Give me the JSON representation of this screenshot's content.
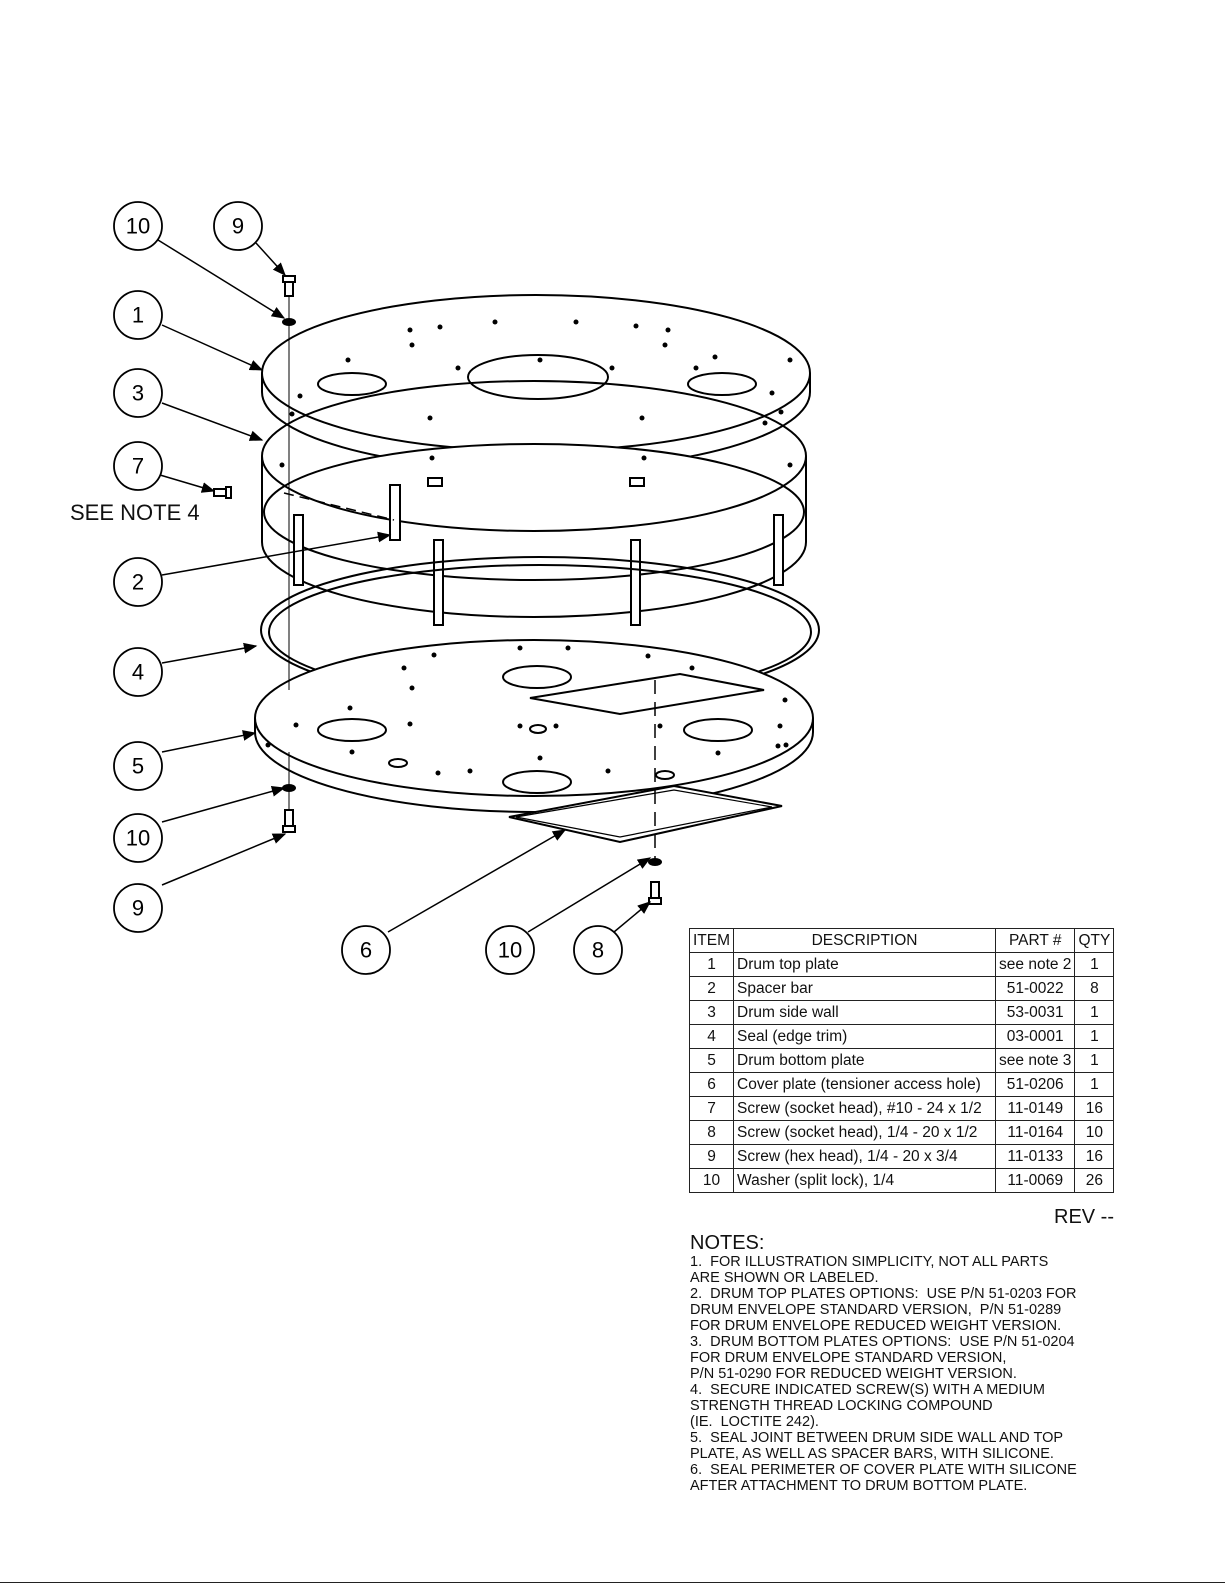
{
  "drawing": {
    "balloons": [
      {
        "id": "b10a",
        "label": "10"
      },
      {
        "id": "b9a",
        "label": "9"
      },
      {
        "id": "b1",
        "label": "1"
      },
      {
        "id": "b3",
        "label": "3"
      },
      {
        "id": "b7",
        "label": "7"
      },
      {
        "id": "b2",
        "label": "2"
      },
      {
        "id": "b4",
        "label": "4"
      },
      {
        "id": "b5",
        "label": "5"
      },
      {
        "id": "b10b",
        "label": "10"
      },
      {
        "id": "b9b",
        "label": "9"
      },
      {
        "id": "b6",
        "label": "6"
      },
      {
        "id": "b10c",
        "label": "10"
      },
      {
        "id": "b8",
        "label": "8"
      }
    ],
    "see_note": "SEE NOTE 4"
  },
  "bom": {
    "headers": {
      "item": "ITEM",
      "description": "DESCRIPTION",
      "part": "PART #",
      "qty": "QTY"
    },
    "rows": [
      {
        "item": "1",
        "description": "Drum top plate",
        "part": "see note 2",
        "qty": "1"
      },
      {
        "item": "2",
        "description": "Spacer bar",
        "part": "51-0022",
        "qty": "8"
      },
      {
        "item": "3",
        "description": "Drum side wall",
        "part": "53-0031",
        "qty": "1"
      },
      {
        "item": "4",
        "description": "Seal (edge trim)",
        "part": "03-0001",
        "qty": "1"
      },
      {
        "item": "5",
        "description": "Drum bottom plate",
        "part": "see note 3",
        "qty": "1"
      },
      {
        "item": "6",
        "description": "Cover plate (tensioner access hole)",
        "part": "51-0206",
        "qty": "1"
      },
      {
        "item": "7",
        "description": "Screw (socket head), #10 - 24 x 1/2",
        "part": "11-0149",
        "qty": "16"
      },
      {
        "item": "8",
        "description": "Screw (socket head), 1/4 - 20 x 1/2",
        "part": "11-0164",
        "qty": "10"
      },
      {
        "item": "9",
        "description": "Screw (hex head), 1/4 - 20 x 3/4",
        "part": "11-0133",
        "qty": "16"
      },
      {
        "item": "10",
        "description": "Washer (split lock), 1/4",
        "part": "11-0069",
        "qty": "26"
      }
    ],
    "rev": "REV --"
  },
  "notes": {
    "title": "NOTES:",
    "body": "1.  FOR ILLUSTRATION SIMPLICITY, NOT ALL PARTS\nARE SHOWN OR LABELED.\n2.  DRUM TOP PLATES OPTIONS:  USE P/N 51-0203 FOR\nDRUM ENVELOPE STANDARD VERSION,  P/N 51-0289\nFOR DRUM ENVELOPE REDUCED WEIGHT VERSION.\n3.  DRUM BOTTOM PLATES OPTIONS:  USE P/N 51-0204\nFOR DRUM ENVELOPE STANDARD VERSION,\nP/N 51-0290 FOR REDUCED WEIGHT VERSION.\n4.  SECURE INDICATED SCREW(S) WITH A MEDIUM\nSTRENGTH THREAD LOCKING COMPOUND\n(IE.  LOCTITE 242).\n5.  SEAL JOINT BETWEEN DRUM SIDE WALL AND TOP\nPLATE, AS WELL AS SPACER BARS, WITH SILICONE.\n6.  SEAL PERIMETER OF COVER PLATE WITH SILICONE\nAFTER ATTACHMENT TO DRUM BOTTOM PLATE."
  }
}
